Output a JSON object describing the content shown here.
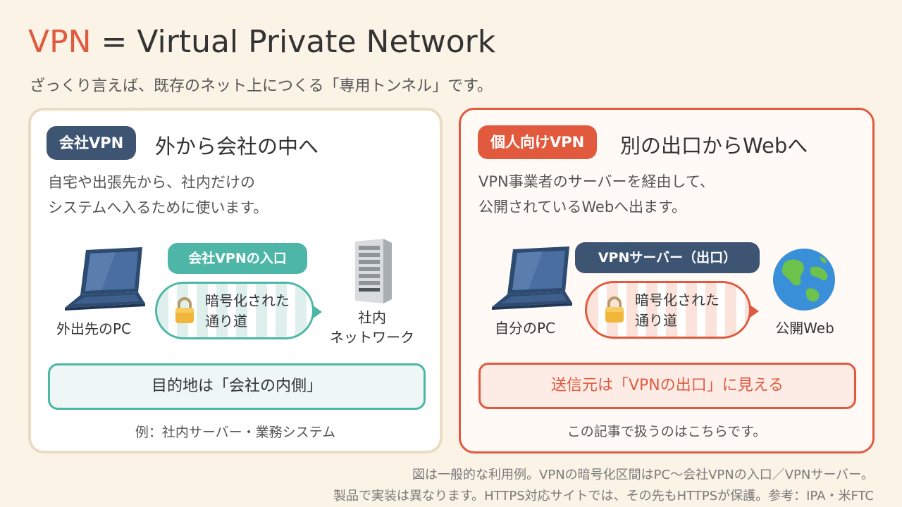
{
  "title": {
    "accent": "VPN",
    "rest": " = Virtual Private Network"
  },
  "subtitle": "ざっくり言えば、既存のネット上につくる「専用トンネル」です。",
  "left_panel": {
    "tag": "会社VPN",
    "heading": "外から会社の中へ",
    "desc_lines": [
      "自宅や出張先から、社内だけの",
      "システムへ入るために使います。"
    ],
    "entry_pill": "会社VPNの入口",
    "tunnel_lines": [
      "暗号化された",
      "通り道"
    ],
    "source_label": "外出先のPC",
    "dest_label_lines": [
      "社内",
      "ネットワーク"
    ],
    "result": "目的地は「会社の内側」",
    "note": "例：社内サーバー・業務システム"
  },
  "right_panel": {
    "tag": "個人向けVPN",
    "heading": "別の出口からWebへ",
    "desc_lines": [
      "VPN事業者のサーバーを経由して、",
      "公開されているWebへ出ます。"
    ],
    "server_pill": "VPNサーバー（出口）",
    "tunnel_lines": [
      "暗号化された",
      "通り道"
    ],
    "source_label": "自分のPC",
    "dest_label": "公開Web",
    "result": "送信元は「VPNの出口」に見える",
    "note": "この記事で扱うのはこちらです。"
  },
  "footer_lines": [
    "図は一般的な利用例。VPNの暗号化区間はPC〜会社VPNの入口／VPNサーバー。",
    "製品で実装は異なります。HTTPS対応サイトでは、その先もHTTPSが保護。参考：IPA・米FTC"
  ],
  "colors": {
    "accent": "#e05a3f",
    "teal": "#4db6a6",
    "navy": "#3d5573",
    "background": "#fcf3e7"
  }
}
